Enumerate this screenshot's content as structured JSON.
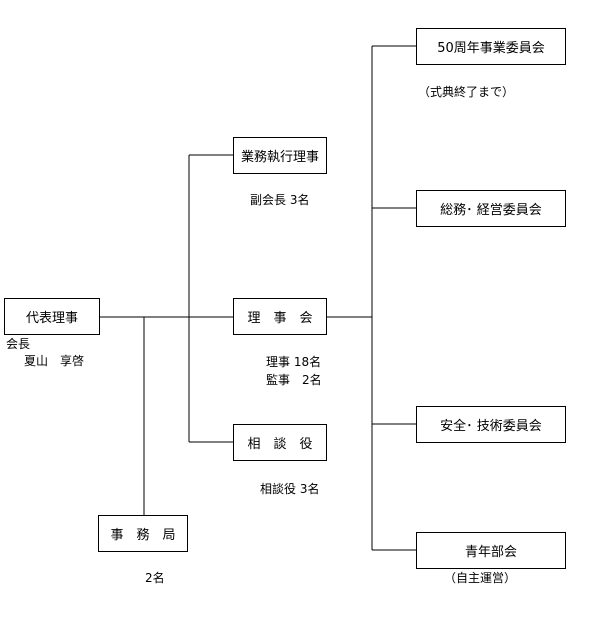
{
  "nodes": {
    "rep": "代表理事",
    "exec": "業務執行理事",
    "board": "理　事　会",
    "advisor": "相　談　役",
    "secretariat": "事　務　局",
    "anniv": "50周年事業委員会",
    "general": "総務･ 経営委員会",
    "safety": "安全･ 技術委員会",
    "youth": "青年部会"
  },
  "notes": {
    "chair_title": "会長",
    "chair_name": "夏山　享啓",
    "exec_note": "副会長 3名",
    "board_directors": "理事 18名",
    "board_auditors": "監事　2名",
    "advisor_note": "相談役 3名",
    "secretariat_note": "2名",
    "anniv_note": "（式典終了まで）",
    "youth_note": "（自主運営）"
  }
}
